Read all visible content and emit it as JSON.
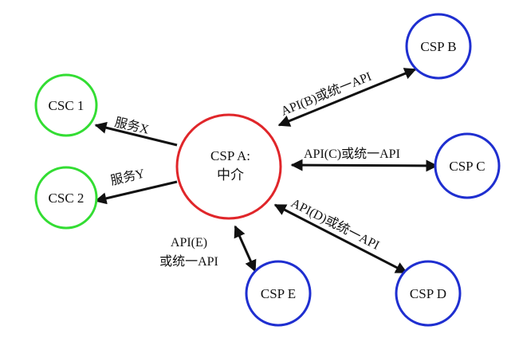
{
  "colors": {
    "hub_stroke": "#e0262a",
    "consumer_stroke": "#33dd33",
    "provider_stroke": "#1f2fd0",
    "arrow": "#111111",
    "text": "#111111"
  },
  "nodes": {
    "hub": {
      "line1": "CSP A:",
      "line2": "中介"
    },
    "csc1": {
      "label": "CSC 1"
    },
    "csc2": {
      "label": "CSC 2"
    },
    "cspB": {
      "label": "CSP B"
    },
    "cspC": {
      "label": "CSP C"
    },
    "cspD": {
      "label": "CSP D"
    },
    "cspE": {
      "label": "CSP E"
    }
  },
  "edges": {
    "x": {
      "label": "服务X"
    },
    "y": {
      "label": "服务Y"
    },
    "b": {
      "label": "API(B)或统一API"
    },
    "c": {
      "label": "API(C)或统一API"
    },
    "d": {
      "label": "API(D)或统一API"
    },
    "e": {
      "line1": "API(E)",
      "line2": "或统一API"
    }
  }
}
